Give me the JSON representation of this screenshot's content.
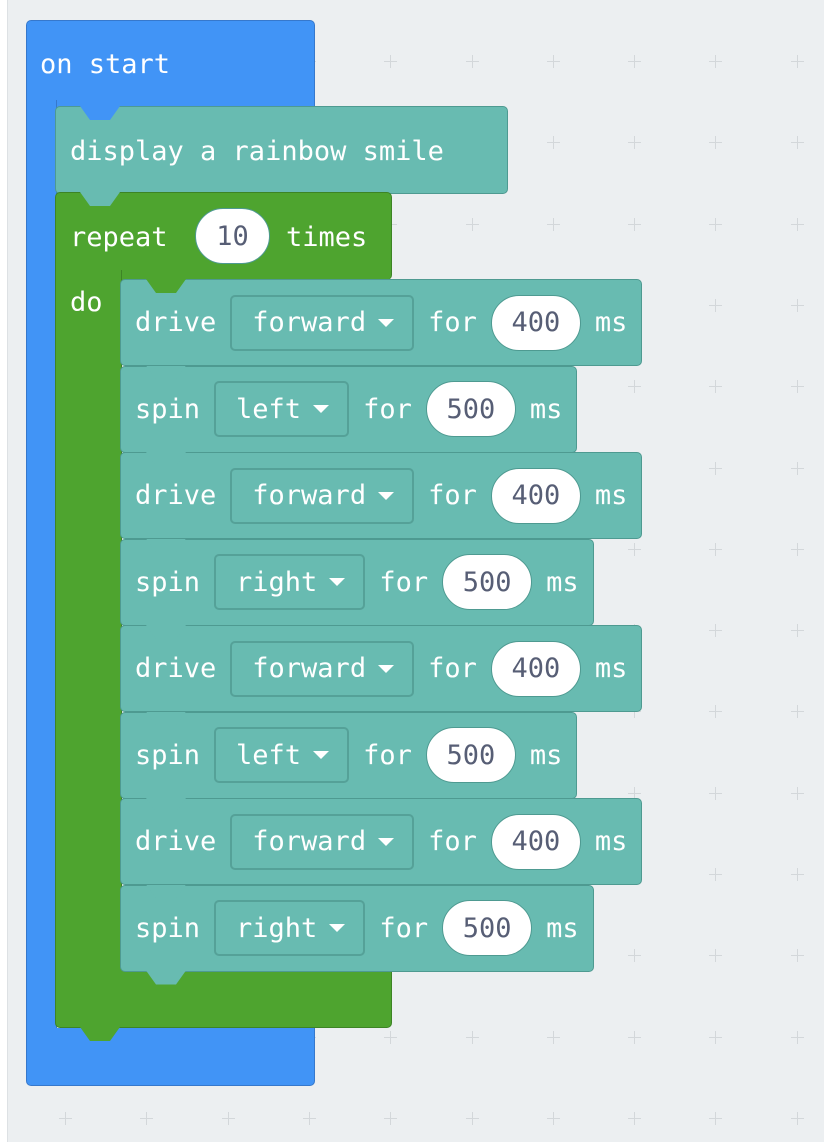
{
  "colors": {
    "event": "#4194f6",
    "loop": "#4ea42f",
    "robot": "#68bbb1",
    "canvas": "#eceff1"
  },
  "on_start": {
    "label": "on start"
  },
  "display": {
    "label": "display a rainbow smile"
  },
  "repeat": {
    "label": "repeat",
    "count": "10",
    "times": "times",
    "do": "do"
  },
  "statements": [
    {
      "verb": "drive",
      "option": "forward",
      "for": "for",
      "value": "400",
      "unit": "ms"
    },
    {
      "verb": "spin",
      "option": "left",
      "for": "for",
      "value": "500",
      "unit": "ms"
    },
    {
      "verb": "drive",
      "option": "forward",
      "for": "for",
      "value": "400",
      "unit": "ms"
    },
    {
      "verb": "spin",
      "option": "right",
      "for": "for",
      "value": "500",
      "unit": "ms"
    },
    {
      "verb": "drive",
      "option": "forward",
      "for": "for",
      "value": "400",
      "unit": "ms"
    },
    {
      "verb": "spin",
      "option": "left",
      "for": "for",
      "value": "500",
      "unit": "ms"
    },
    {
      "verb": "drive",
      "option": "forward",
      "for": "for",
      "value": "400",
      "unit": "ms"
    },
    {
      "verb": "spin",
      "option": "right",
      "for": "for",
      "value": "500",
      "unit": "ms"
    }
  ]
}
